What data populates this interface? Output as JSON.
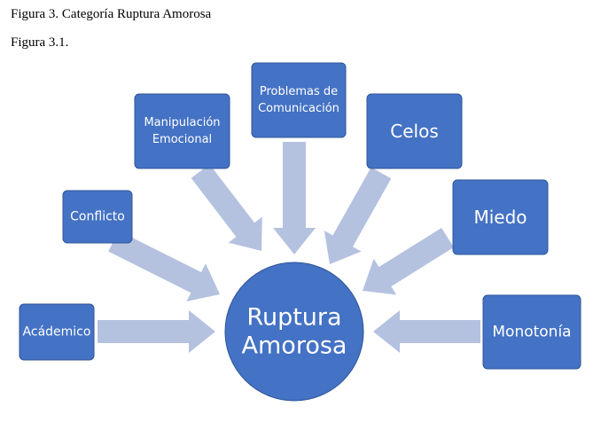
{
  "captions": {
    "figure_title": "Figura 3. Categoría Ruptura Amorosa",
    "figure_subtitle": "Figura 3.1."
  },
  "diagram": {
    "center": {
      "lines": [
        "Ruptura",
        "Amorosa"
      ]
    },
    "nodes": [
      {
        "id": "academico",
        "lines": [
          "Acádemico"
        ]
      },
      {
        "id": "conflicto",
        "lines": [
          "Conflicto"
        ]
      },
      {
        "id": "manipulacion",
        "lines": [
          "Manipulación",
          "Emocional"
        ]
      },
      {
        "id": "problemas",
        "lines": [
          "Problemas de",
          "Comunicación"
        ]
      },
      {
        "id": "celos",
        "lines": [
          "Celos"
        ]
      },
      {
        "id": "miedo",
        "lines": [
          "Miedo"
        ]
      },
      {
        "id": "monotonia",
        "lines": [
          "Monotonía"
        ]
      }
    ],
    "colors": {
      "node_fill": "#4472C4",
      "node_stroke": "#2F5597",
      "arrow_fill": "#B4C2E0"
    }
  }
}
